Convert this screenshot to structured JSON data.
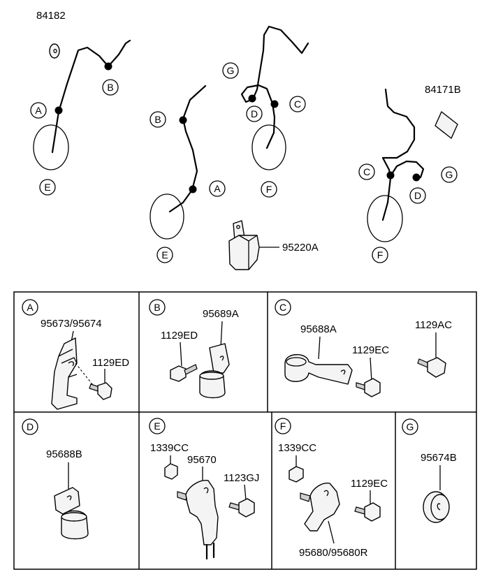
{
  "top_diagrams": {
    "wire1": {
      "part_84182": "84182",
      "label_a": "A",
      "label_b": "B",
      "label_e": "E"
    },
    "wire2": {
      "label_b": "B",
      "label_a": "A",
      "label_e": "E"
    },
    "wire3": {
      "label_g": "G",
      "label_d": "D",
      "label_c": "C",
      "label_f": "F"
    },
    "wire4": {
      "part_84171b": "84171B",
      "label_c": "C",
      "label_g": "G",
      "label_d": "D",
      "label_f": "F"
    },
    "module_part": "95220A"
  },
  "detail_panels": {
    "a": {
      "letter": "A",
      "parts": [
        "95673/95674",
        "1129ED"
      ]
    },
    "b": {
      "letter": "B",
      "parts": [
        "95689A",
        "1129ED"
      ]
    },
    "c": {
      "letter": "C",
      "parts": [
        "95688A",
        "1129EC",
        "1129AC"
      ]
    },
    "d": {
      "letter": "D",
      "parts": [
        "95688B"
      ]
    },
    "e": {
      "letter": "E",
      "parts": [
        "1339CC",
        "95670",
        "1123GJ"
      ]
    },
    "f": {
      "letter": "F",
      "parts": [
        "1339CC",
        "1129EC",
        "95680/95680R"
      ]
    },
    "g": {
      "letter": "G",
      "parts": [
        "95674B"
      ]
    }
  }
}
